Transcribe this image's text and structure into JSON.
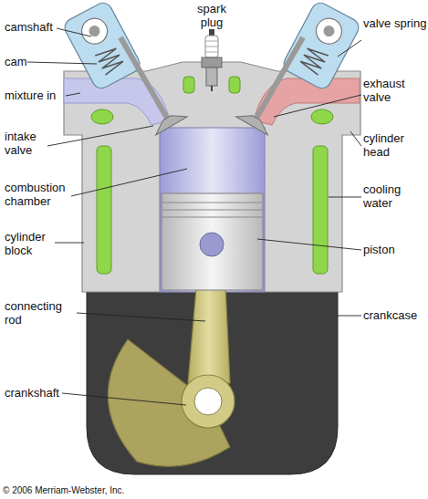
{
  "diagram": {
    "labels": [
      "camshaft",
      "spark plug",
      "valve spring",
      "cam",
      "exhaust valve",
      "mixture in",
      "intake valve",
      "cylinder head",
      "combustion chamber",
      "cooling water",
      "cylinder block",
      "piston",
      "connecting rod",
      "crankcase",
      "crankshaft",
      "© 2006 Merriam-Webster, Inc."
    ]
  }
}
